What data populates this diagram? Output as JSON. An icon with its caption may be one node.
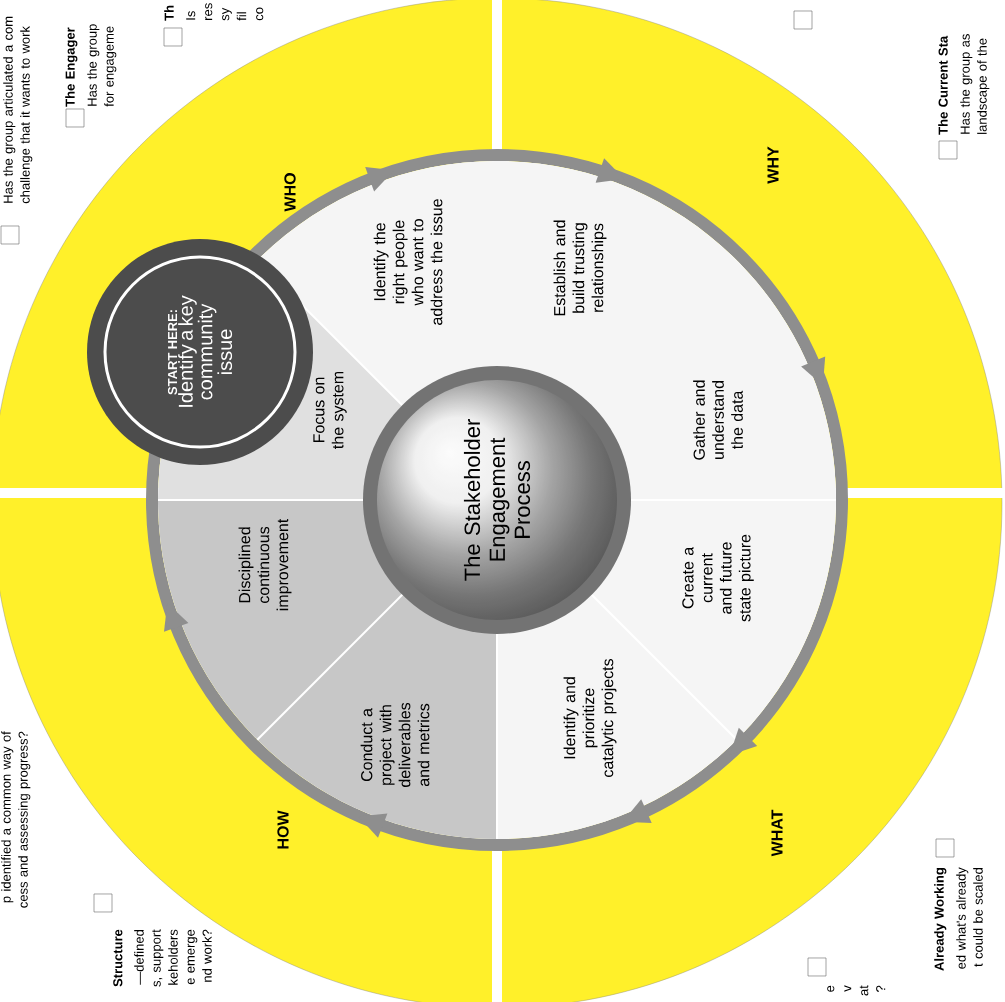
{
  "diagram": {
    "nodes": [
      {
        "text": [
          "The Stakeholder Engagement Process"
        ]
      },
      {
        "text": [
          "START HERE:",
          "Identify a key community issue"
        ]
      },
      {
        "text": [
          "Focus on the system"
        ]
      },
      {
        "text": [
          "Identify the right people who want to address the issue"
        ]
      },
      {
        "text": [
          "Establish and build trusting relationships"
        ]
      },
      {
        "text": [
          "Gather and understand the data"
        ]
      },
      {
        "text": [
          "Create a current and future state picture"
        ]
      },
      {
        "text": [
          "Identify and prioritize catalytic projects"
        ]
      },
      {
        "text": [
          "Conduct a project with deliverables and metrics"
        ]
      },
      {
        "text": [
          "Disciplined continuous improvement"
        ]
      }
    ],
    "labels": [
      "WHO",
      "WHY",
      "HOW",
      "WHAT",
      "Has the group articulated a com challenge that it wants to work",
      "The Engager",
      "Has the group for engageme",
      "Th",
      "Is res sy fil co",
      "The Current Sta",
      "Has the group as landscape of the",
      "p identified a common way of cess and assessing progress?",
      "Structure",
      "—defined s, support keholders e emerge nd work?",
      "e v at ?",
      "Already Working",
      "ed what's already t could be scaled"
    ]
  }
}
